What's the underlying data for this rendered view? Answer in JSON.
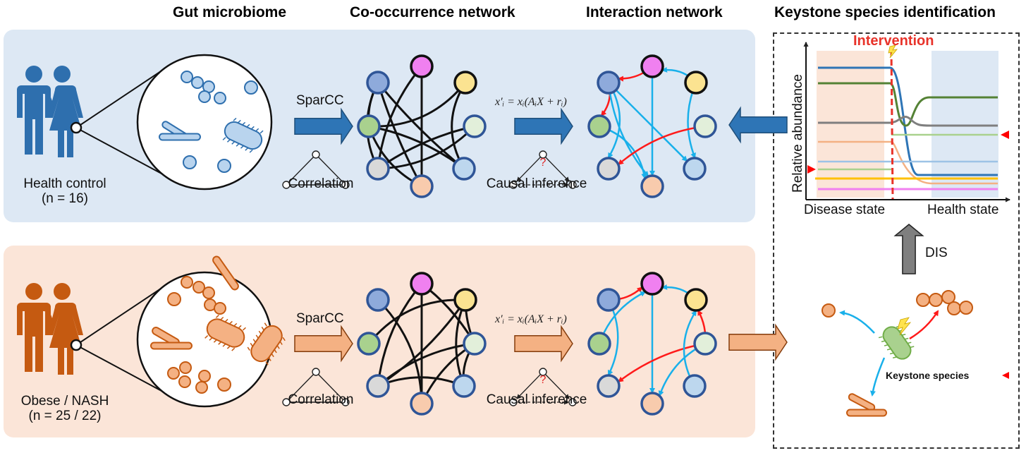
{
  "headers": {
    "gut_microbiome": "Gut microbiome",
    "cooccurrence": "Co-occurrence network",
    "interaction": "Interaction network",
    "keystone": "Keystone species identification"
  },
  "rows": [
    {
      "group": "Health control",
      "n": "(n = 16)",
      "method_label": "SparCC",
      "correlation_label": "Correlation",
      "equation": "x′ᵢ = xᵢ(AᵢX + rᵢ)",
      "causal_label": "Causal inference",
      "question_mark": "?",
      "color": "#2e6fae",
      "fill": "#b9d4ee",
      "panel_color": "#dde8f4"
    },
    {
      "group": "Obese / NASH",
      "n": "(n = 25 / 22)",
      "method_label": "SparCC",
      "correlation_label": "Correlation",
      "equation": "x′ᵢ = xᵢ(AᵢX + rᵢ)",
      "causal_label": "Causal inference",
      "question_mark": "?",
      "color": "#c55a11",
      "fill": "#f4b183",
      "panel_color": "#fbe5d8"
    }
  ],
  "keystone_panel": {
    "intervention_label": "Intervention",
    "y_axis_label": "Relative abundance",
    "x_left_label": "Disease state",
    "x_right_label": "Health state",
    "dis_label": "DIS",
    "keystone_label": "Keystone species",
    "marker_color": "#ff0000"
  },
  "node_colors": [
    "#f080f0",
    "#fbe391",
    "#e2efda",
    "#bdd7ee",
    "#f8cbad",
    "#d9d9d9",
    "#a9d18e",
    "#8eaadb"
  ],
  "edge_colors": {
    "positive": "#19b0ea",
    "negative": "#ff1a1a"
  },
  "icons": [
    "people-icon",
    "magnifier-circle-icon",
    "bacteria-icon",
    "arrow-right-icon",
    "triangle-graph-icon",
    "network-graph-icon",
    "lightning-icon",
    "arrow-up-icon"
  ]
}
